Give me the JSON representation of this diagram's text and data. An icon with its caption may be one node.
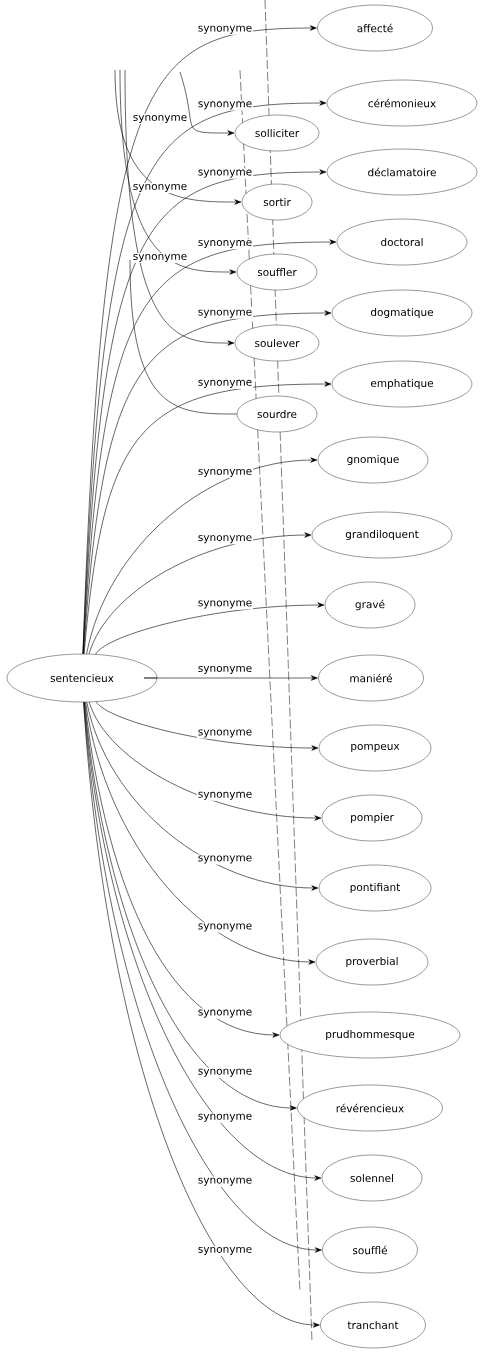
{
  "diagram": {
    "nodes": [
      {
        "text": [
          "sentencieux"
        ]
      },
      {
        "text": [
          "affecté"
        ]
      },
      {
        "text": [
          "cérémonieux"
        ]
      },
      {
        "text": [
          "solliciter"
        ]
      },
      {
        "text": [
          "déclamatoire"
        ]
      },
      {
        "text": [
          "sortir"
        ]
      },
      {
        "text": [
          "doctoral"
        ]
      },
      {
        "text": [
          "souffler"
        ]
      },
      {
        "text": [
          "dogmatique"
        ]
      },
      {
        "text": [
          "soulever"
        ]
      },
      {
        "text": [
          "emphatique"
        ]
      },
      {
        "text": [
          "sourdre"
        ]
      },
      {
        "text": [
          "gnomique"
        ]
      },
      {
        "text": [
          "grandiloquent"
        ]
      },
      {
        "text": [
          "gravé"
        ]
      },
      {
        "text": [
          "maniéré"
        ]
      },
      {
        "text": [
          "pompeux"
        ]
      },
      {
        "text": [
          "pompier"
        ]
      },
      {
        "text": [
          "pontifiant"
        ]
      },
      {
        "text": [
          "proverbial"
        ]
      },
      {
        "text": [
          "prudhommesque"
        ]
      },
      {
        "text": [
          "révérencieux"
        ]
      },
      {
        "text": [
          "solennel"
        ]
      },
      {
        "text": [
          "soufflé"
        ]
      },
      {
        "text": [
          "tranchant"
        ]
      }
    ],
    "edges": [
      {
        "from": 0,
        "to": 1,
        "arrow": "to",
        "label": "synonyme"
      },
      {
        "from": 0,
        "to": 2,
        "arrow": "to",
        "label": "synonyme"
      },
      {
        "from": 0,
        "to": 4,
        "arrow": "to",
        "label": "synonyme"
      },
      {
        "from": 0,
        "to": 6,
        "arrow": "to",
        "label": "synonyme"
      },
      {
        "from": 0,
        "to": 8,
        "arrow": "to",
        "label": "synonyme"
      },
      {
        "from": 0,
        "to": 10,
        "arrow": "to",
        "label": "synonyme"
      },
      {
        "from": 0,
        "to": 12,
        "arrow": "to",
        "label": "synonyme"
      },
      {
        "from": 0,
        "to": 13,
        "arrow": "to",
        "label": "synonyme"
      },
      {
        "from": 0,
        "to": 14,
        "arrow": "to",
        "label": "synonyme"
      },
      {
        "from": 0,
        "to": 15,
        "arrow": "to",
        "label": "synonyme"
      },
      {
        "from": 0,
        "to": 16,
        "arrow": "to",
        "label": "synonyme"
      },
      {
        "from": 0,
        "to": 17,
        "arrow": "to",
        "label": "synonyme"
      },
      {
        "from": 0,
        "to": 18,
        "arrow": "to",
        "label": "synonyme"
      },
      {
        "from": 0,
        "to": 19,
        "arrow": "to",
        "label": "synonyme"
      },
      {
        "from": 0,
        "to": 20,
        "arrow": "to",
        "label": "synonyme"
      },
      {
        "from": 0,
        "to": 21,
        "arrow": "to",
        "label": "synonyme"
      },
      {
        "from": 0,
        "to": 22,
        "arrow": "to",
        "label": "synonyme"
      },
      {
        "from": 0,
        "to": 23,
        "arrow": "to",
        "label": "synonyme"
      },
      {
        "from": 0,
        "to": 24,
        "arrow": "to",
        "label": "synonyme"
      },
      {
        "from": null,
        "to": 3,
        "arrow": "to",
        "label": "synonyme"
      },
      {
        "from": null,
        "to": 5,
        "arrow": "to",
        "label": "synonyme"
      },
      {
        "from": null,
        "to": 7,
        "arrow": "to",
        "label": "synonyme"
      },
      {
        "from": null,
        "to": 9,
        "arrow": "to"
      },
      {
        "from": null,
        "to": 11,
        "arrow": "none"
      }
    ]
  }
}
